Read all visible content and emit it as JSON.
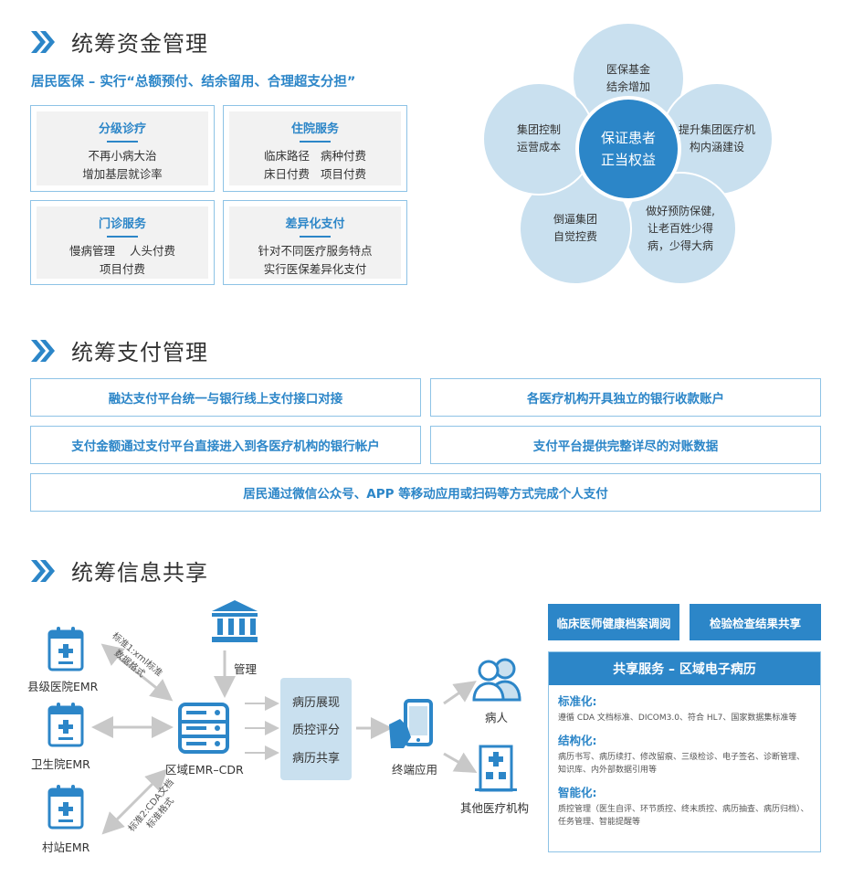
{
  "sections": {
    "fund": "统筹资金管理",
    "pay": "统筹支付管理",
    "info": "统筹信息共享"
  },
  "fund": {
    "subtitle": "居民医保 – 实行“总额预付、结余留用、合理超支分担”",
    "boxes": [
      {
        "title": "分级诊疗",
        "text": "不再小病大治\n增加基层就诊率"
      },
      {
        "title": "住院服务",
        "text": "临床路径   病种付费\n床日付费   项目付费"
      },
      {
        "title": "门诊服务",
        "text": "慢病管理    人头付费\n项目付费"
      },
      {
        "title": "差异化支付",
        "text": "针对不同医疗服务特点\n实行医保差异化支付"
      }
    ]
  },
  "flower": {
    "center": "保证患者\n正当权益",
    "petals": [
      "医保基金\n结余增加",
      "提升集团医疗机\n构内涵建设",
      "做好预防保健,\n让老百姓少得\n病，少得大病",
      "倒逼集团\n自觉控费",
      "集团控制\n运营成本"
    ]
  },
  "pay": {
    "items": [
      "融达支付平台统一与银行线上支付接口对接",
      "各医疗机构开具独立的银行收款账户",
      "支付金额通过支付平台直接进入到各医疗机构的银行帐户",
      "支付平台提供完整详尽的对账数据",
      "居民通过微信公众号、APP 等移动应用或扫码等方式完成个人支付"
    ]
  },
  "info": {
    "emr": [
      "县级医院EMR",
      "卫生院EMR",
      "村站EMR"
    ],
    "std1": "标准1:xml标准\n数据格式",
    "std2": "标准2:CDA文档\n标准格式",
    "manage": "管理",
    "cdr": "区域EMR–CDR",
    "services": [
      "病历展现",
      "质控评分",
      "病历共享"
    ],
    "terminal": "终端应用",
    "patient": "病人",
    "other": "其他医疗机构",
    "btn1": "临床医师健康档案调阅",
    "btn2": "检验检查结果共享",
    "share_title": "共享服务 – 区域电子病历",
    "share_items": [
      {
        "title": "标准化:",
        "text": "遵循 CDA 文档标准、DICOM3.0、符合 HL7、国家数据集标准等"
      },
      {
        "title": "结构化:",
        "text": "病历书写、病历续打、修改留痕、三级检诊、电子签名、诊断管理、知识库、内外部数据引用等"
      },
      {
        "title": "智能化:",
        "text": "质控管理（医生自评、环节质控、终末质控、病历抽查、病历归档）、任务管理、智能提醒等"
      }
    ]
  },
  "colors": {
    "accent": "#2c86c8",
    "petal": "#c9e0ef",
    "border": "#8ec3e6"
  }
}
